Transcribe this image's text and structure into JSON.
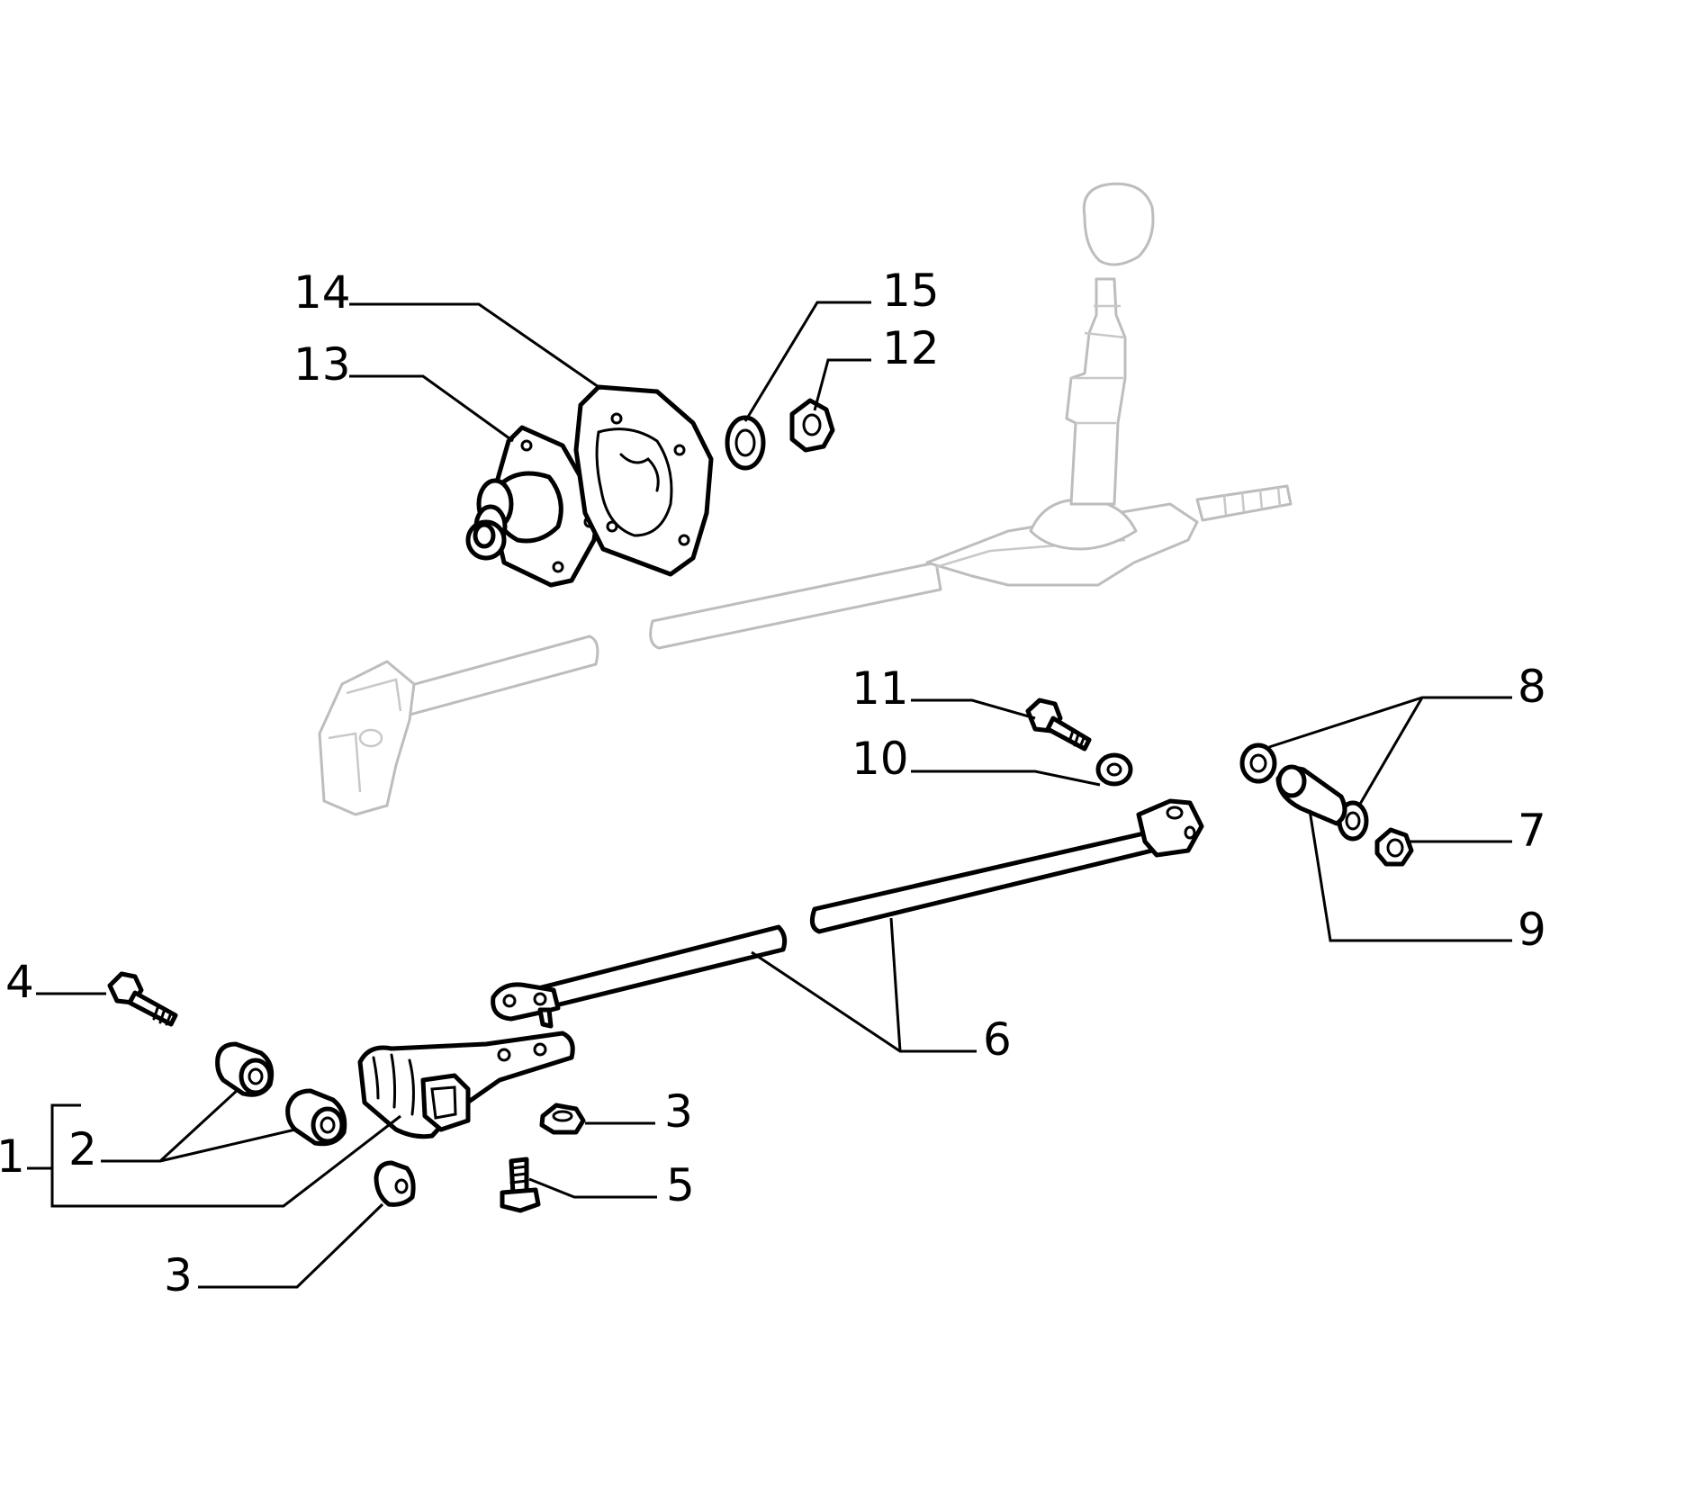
{
  "callouts": {
    "c1": "1",
    "c2": "2",
    "c3a": "3",
    "c3b": "3",
    "c4": "4",
    "c5": "5",
    "c6": "6",
    "c7": "7",
    "c8": "8",
    "c9": "9",
    "c10": "10",
    "c11": "11",
    "c12": "12",
    "c13": "13",
    "c14": "14",
    "c15": "15"
  },
  "colors": {
    "ink": "#000000",
    "ghost": "#bdbdbd",
    "background": "#ffffff"
  }
}
